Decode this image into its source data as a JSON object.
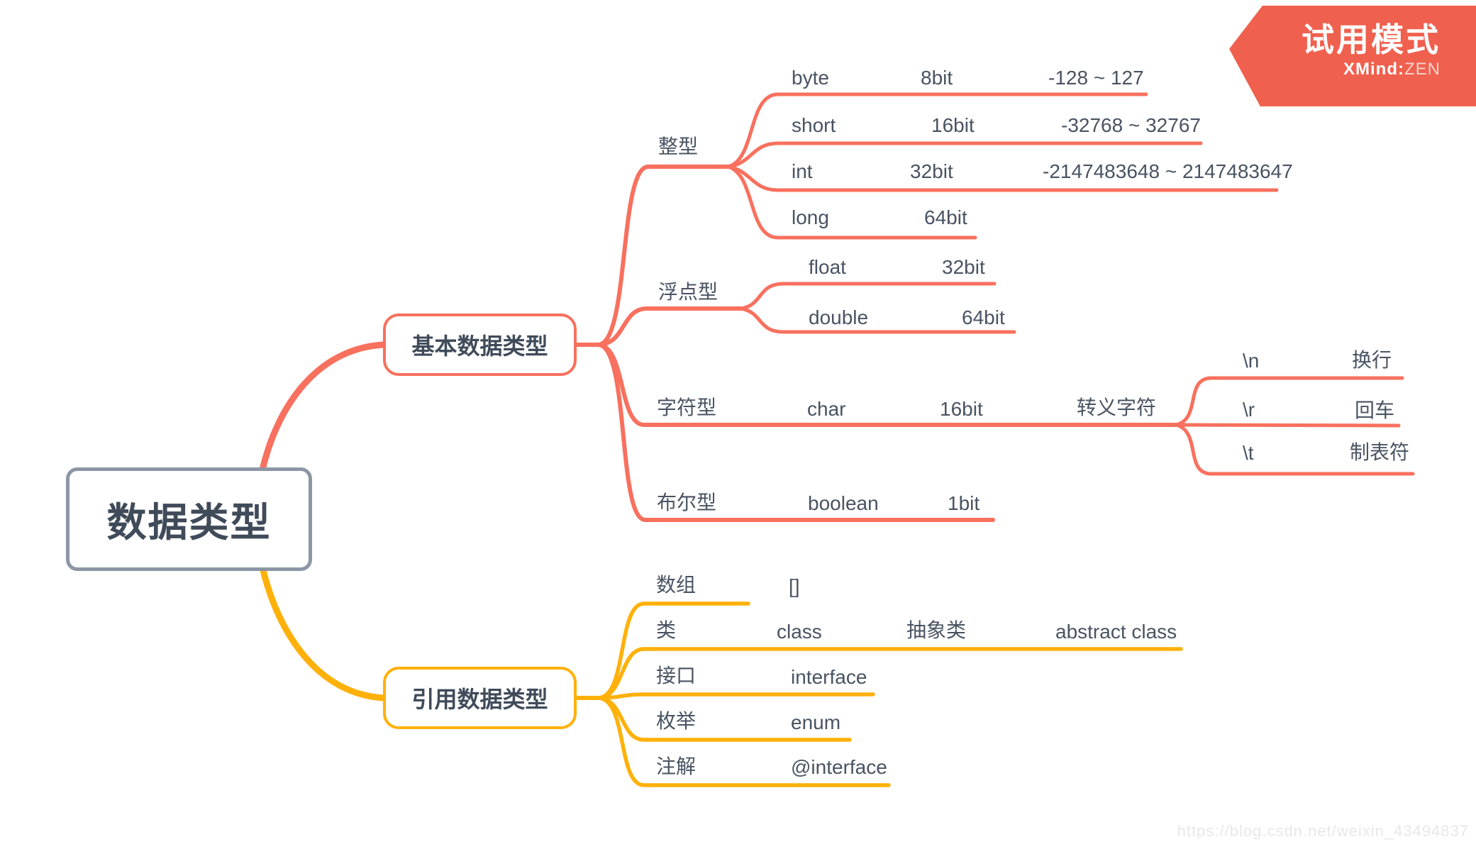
{
  "app": {
    "trial_badge": {
      "title": "试用模式",
      "brand": "XMind",
      "separator": ":",
      "brand_suffix": "ZEN"
    }
  },
  "watermark": {
    "text": "https://blog.csdn.net/weixin_43494837"
  },
  "colors": {
    "basic_branch": "#f8705e",
    "reference_branch": "#ffb10a",
    "badge_background": "#f0604e",
    "topic_text": "#495362",
    "root_border": "#8d96a5"
  },
  "mindmap": {
    "root": {
      "label": "数据类型"
    },
    "basic": {
      "label": "基本数据类型",
      "integer": {
        "label": "整型",
        "rows": [
          {
            "name": "byte",
            "bits": "8bit",
            "range": "-128 ~ 127"
          },
          {
            "name": "short",
            "bits": "16bit",
            "range": "-32768 ~ 32767"
          },
          {
            "name": "int",
            "bits": "32bit",
            "range": "-2147483648 ~ 2147483647"
          },
          {
            "name": "long",
            "bits": "64bit"
          }
        ]
      },
      "floating": {
        "label": "浮点型",
        "rows": [
          {
            "name": "float",
            "bits": "32bit"
          },
          {
            "name": "double",
            "bits": "64bit"
          }
        ]
      },
      "character": {
        "label": "字符型",
        "name": "char",
        "bits": "16bit",
        "escape_label": "转义字符",
        "escapes": [
          {
            "code": "\\n",
            "desc": "换行"
          },
          {
            "code": "\\r",
            "desc": "回车"
          },
          {
            "code": "\\t",
            "desc": "制表符"
          }
        ]
      },
      "boolean": {
        "label": "布尔型",
        "name": "boolean",
        "bits": "1bit"
      }
    },
    "reference": {
      "label": "引用数据类型",
      "items": [
        {
          "label": "数组",
          "keyword": "[]"
        },
        {
          "label": "类",
          "keyword": "class",
          "sub_label": "抽象类",
          "sub_keyword": "abstract class"
        },
        {
          "label": "接口",
          "keyword": "interface"
        },
        {
          "label": "枚举",
          "keyword": "enum"
        },
        {
          "label": "注解",
          "keyword": "@interface"
        }
      ]
    }
  }
}
